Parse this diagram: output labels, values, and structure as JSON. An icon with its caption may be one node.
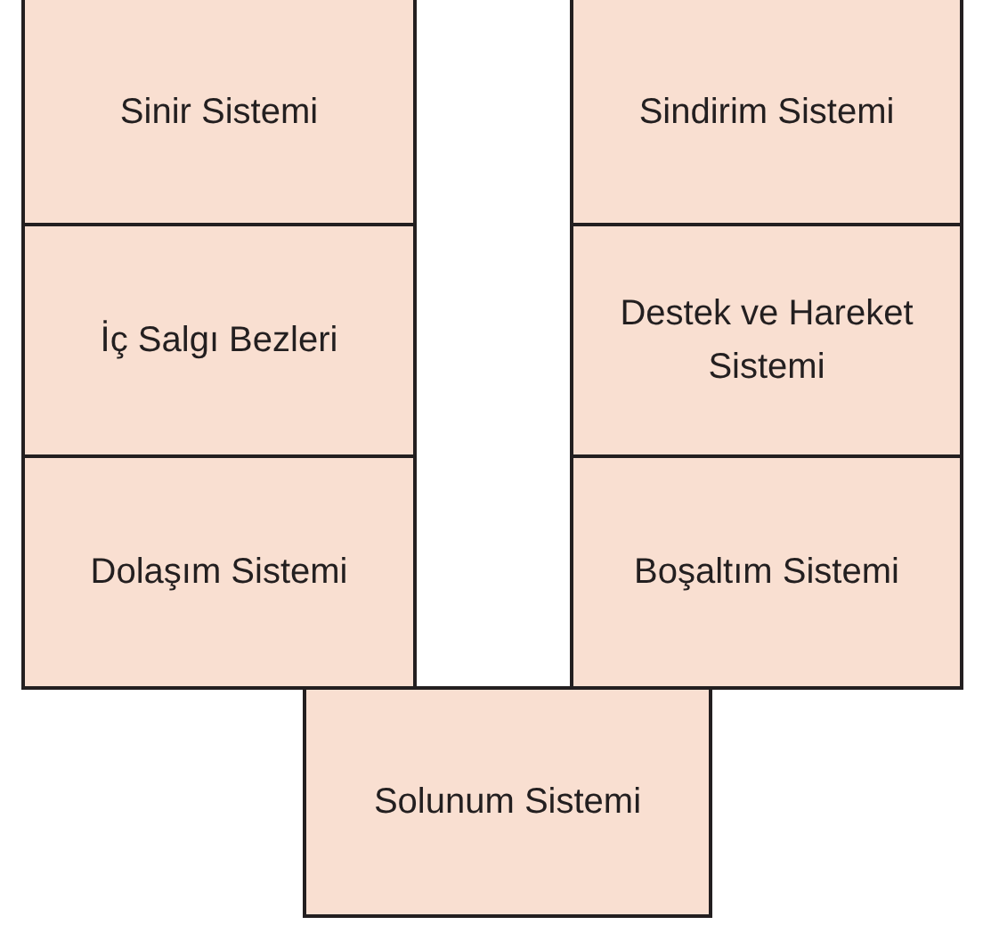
{
  "diagram": {
    "nodes": [
      {
        "text": [
          "Sinir Sistemi"
        ]
      },
      {
        "text": [
          "Sindirim Sistemi"
        ]
      },
      {
        "text": [
          "İç Salgı Bezleri"
        ]
      },
      {
        "text": [
          "Destek ve Hareket Sistemi"
        ]
      },
      {
        "text": [
          "Dolaşım Sistemi"
        ]
      },
      {
        "text": [
          "Boşaltım Sistemi"
        ]
      },
      {
        "text": [
          "Solunum Sistemi"
        ]
      }
    ]
  }
}
